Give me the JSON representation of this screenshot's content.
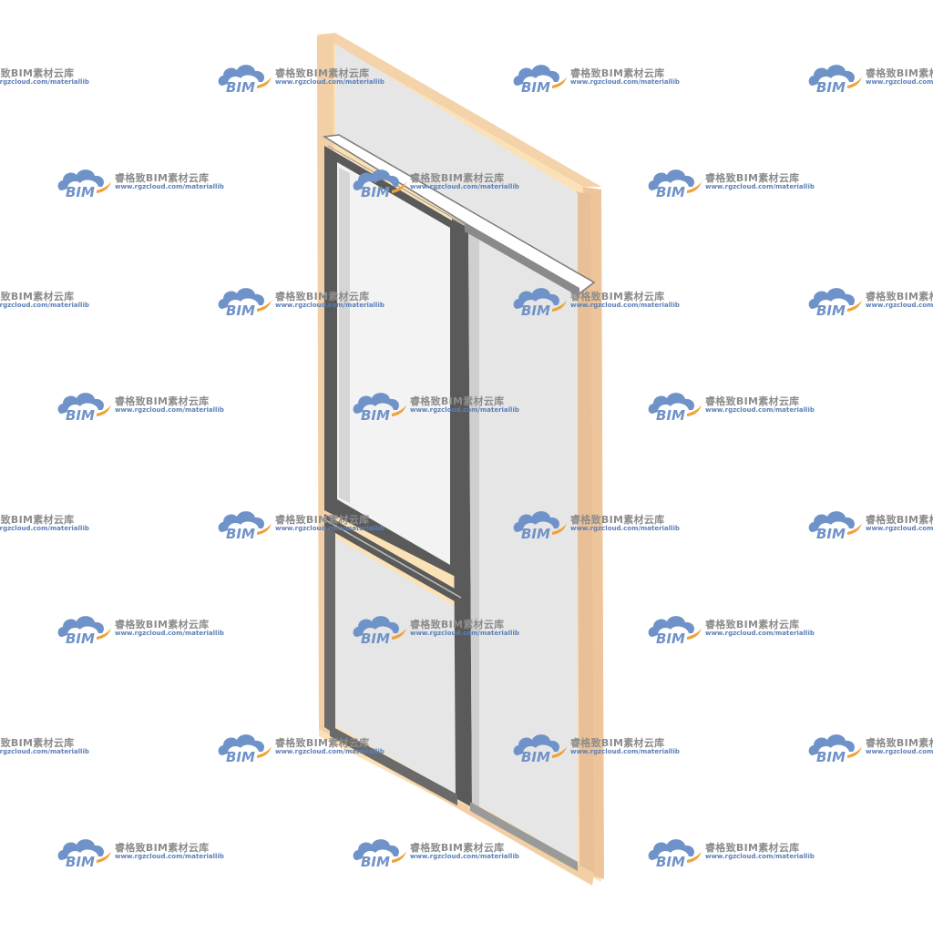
{
  "model": {
    "subject": "window",
    "colors": {
      "frame_light": "#fbe2b6",
      "frame_mid": "#f2cfa4",
      "frame_dark": "#e8bf96",
      "frame_edge": "#b89a84",
      "glass": "#e6e6e6",
      "glass_bright": "#f3f3f3",
      "transom_bar": "#ffffff",
      "sash_dark": "#5a5a5a",
      "sash_mid": "#8c8c8c",
      "mullion_light": "#d2d2d2"
    }
  },
  "watermark": {
    "title": "睿格致BIM素材云库",
    "url": "www.rgzcloud.com/materiallib",
    "logo_text": "BIM",
    "icon": "bim-cloud-logo-icon",
    "colors": {
      "cloud": "#6f93c9",
      "swoosh": "#f0a23a",
      "text": "#8c8c8c",
      "url": "#5b7fb8"
    }
  }
}
